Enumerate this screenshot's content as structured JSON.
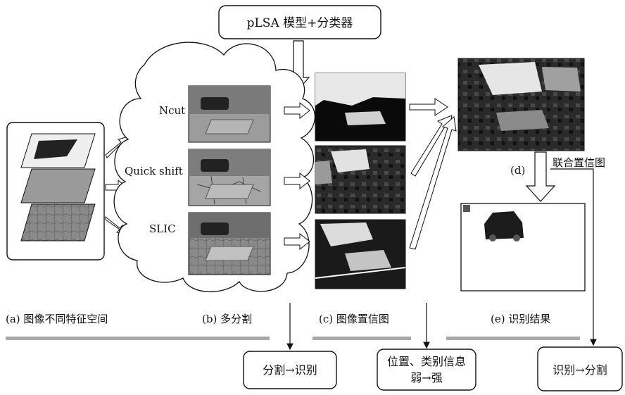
{
  "top_box": "pLSA 模型+分类器",
  "methods": [
    "Ncut",
    "Quick shift",
    "SLIC"
  ],
  "side_label": "联合置信图",
  "d_label": "(d)",
  "captions": {
    "a": "(a) 图像不同特征空间",
    "b": "(b) 多分割",
    "c": "(c) 图像置信图",
    "e": "(e) 识别结果"
  },
  "bottom_boxes": {
    "left": "分割→识别",
    "middle_line1": "位置、类别信息",
    "middle_line2": "弱→强",
    "right": "识别→分割"
  }
}
